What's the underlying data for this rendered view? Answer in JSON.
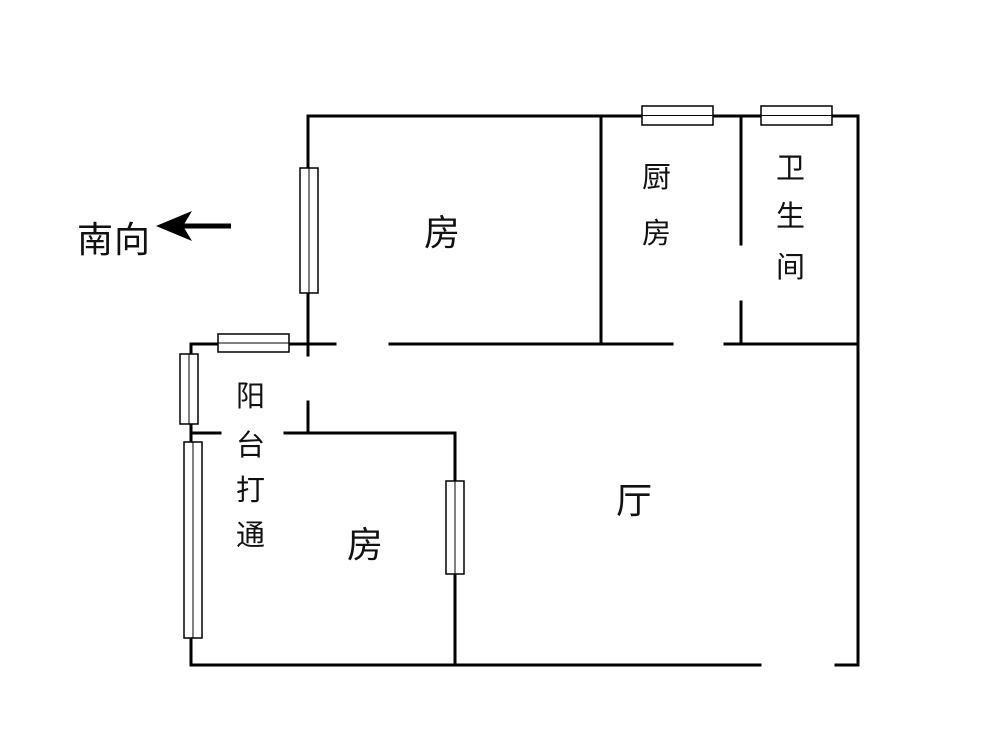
{
  "direction": {
    "label": "南向",
    "chars": [
      "南",
      "向"
    ]
  },
  "rooms": {
    "bedroom_top": "房",
    "kitchen": [
      "厨",
      "房"
    ],
    "bathroom": [
      "卫",
      "生",
      "间"
    ],
    "living_room": "厅",
    "bedroom_bottom": "房",
    "balcony": [
      "阳",
      "台",
      "打",
      "通"
    ]
  }
}
